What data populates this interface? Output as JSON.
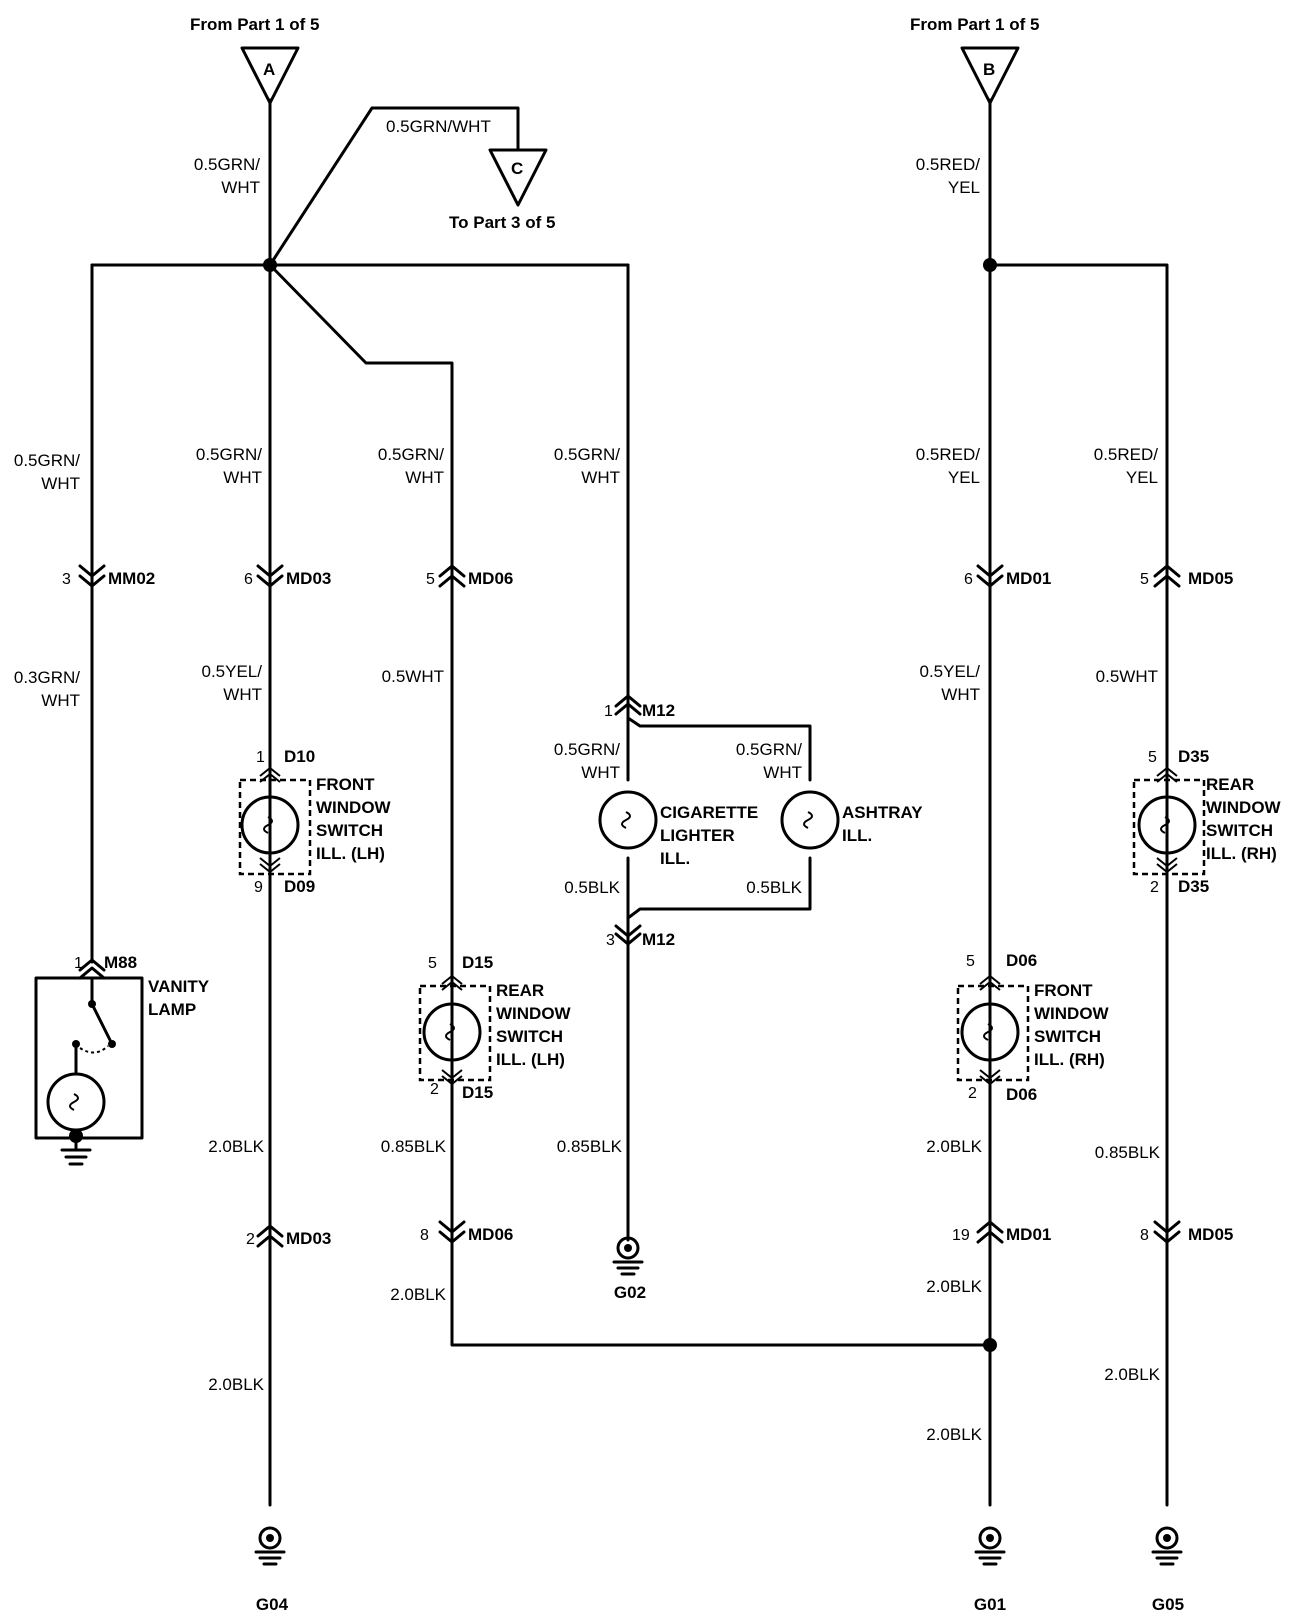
{
  "refs": {
    "a": {
      "letter": "A",
      "caption": "From Part 1 of 5"
    },
    "b": {
      "letter": "B",
      "caption": "From Part 1 of 5"
    },
    "c": {
      "letter": "C",
      "caption": "To Part 3 of 5",
      "wire": "0.5GRN/WHT"
    }
  },
  "wires": {
    "a_main": [
      "0.5GRN/",
      "WHT"
    ],
    "b_main": [
      "0.5RED/",
      "YEL"
    ],
    "vanity_up": [
      "0.5GRN/",
      "WHT"
    ],
    "vanity_low": [
      "0.3GRN/",
      "WHT"
    ],
    "flh_up": [
      "0.5GRN/",
      "WHT"
    ],
    "flh_low": [
      "0.5YEL/",
      "WHT"
    ],
    "flh_gnd1": "2.0BLK",
    "flh_gnd2": "2.0BLK",
    "rlh_up": [
      "0.5GRN/",
      "WHT"
    ],
    "rlh_low": "0.5WHT",
    "rlh_gnd1": "0.85BLK",
    "rlh_gnd2": "2.0BLK",
    "cig_up": [
      "0.5GRN/",
      "WHT"
    ],
    "cig_in": [
      "0.5GRN/",
      "WHT"
    ],
    "ash_in": [
      "0.5GRN/",
      "WHT"
    ],
    "cig_out": "0.5BLK",
    "ash_out": "0.5BLK",
    "cig_gnd": "0.85BLK",
    "frh_up": [
      "0.5RED/",
      "YEL"
    ],
    "frh_low": [
      "0.5YEL/",
      "WHT"
    ],
    "frh_gnd1": "2.0BLK",
    "frh_gnd2": "2.0BLK",
    "frh_gnd3": "2.0BLK",
    "rrh_up": [
      "0.5RED/",
      "YEL"
    ],
    "rrh_low": "0.5WHT",
    "rrh_gnd1": "0.85BLK",
    "rrh_gnd2": "2.0BLK"
  },
  "connectors": [
    {
      "key": "mm02",
      "pin": "3",
      "name": "MM02"
    },
    {
      "key": "md03a",
      "pin": "6",
      "name": "MD03"
    },
    {
      "key": "md06a",
      "pin": "5",
      "name": "MD06"
    },
    {
      "key": "m12a",
      "pin": "1",
      "name": "M12"
    },
    {
      "key": "md01a",
      "pin": "6",
      "name": "MD01"
    },
    {
      "key": "md05a",
      "pin": "5",
      "name": "MD05"
    },
    {
      "key": "m88",
      "pin": "1",
      "name": "M88"
    },
    {
      "key": "d10",
      "pin": "1",
      "name": "D10"
    },
    {
      "key": "d09",
      "pin": "9",
      "name": "D09"
    },
    {
      "key": "d15a",
      "pin": "5",
      "name": "D15"
    },
    {
      "key": "d15b",
      "pin": "2",
      "name": "D15"
    },
    {
      "key": "m12b",
      "pin": "3",
      "name": "M12"
    },
    {
      "key": "d06a",
      "pin": "5",
      "name": "D06"
    },
    {
      "key": "d06b",
      "pin": "2",
      "name": "D06"
    },
    {
      "key": "d35a",
      "pin": "5",
      "name": "D35"
    },
    {
      "key": "d35b",
      "pin": "2",
      "name": "D35"
    },
    {
      "key": "md03b",
      "pin": "2",
      "name": "MD03"
    },
    {
      "key": "md06b",
      "pin": "8",
      "name": "MD06"
    },
    {
      "key": "md01b",
      "pin": "19",
      "name": "MD01"
    },
    {
      "key": "md05b",
      "pin": "8",
      "name": "MD05"
    }
  ],
  "components": {
    "vanity": [
      "VANITY",
      "LAMP"
    ],
    "flh": [
      "FRONT",
      "WINDOW",
      "SWITCH",
      "ILL. (LH)"
    ],
    "rlh": [
      "REAR",
      "WINDOW",
      "SWITCH",
      "ILL. (LH)"
    ],
    "cig": [
      "CIGARETTE",
      "LIGHTER",
      "ILL."
    ],
    "ash": [
      "ASHTRAY",
      "ILL."
    ],
    "frh": [
      "FRONT",
      "WINDOW",
      "SWITCH",
      "ILL. (RH)"
    ],
    "rrh": [
      "REAR",
      "WINDOW",
      "SWITCH",
      "ILL. (RH)"
    ]
  },
  "grounds": {
    "g04": "G04",
    "g02": "G02",
    "g01": "G01",
    "g05": "G05"
  }
}
